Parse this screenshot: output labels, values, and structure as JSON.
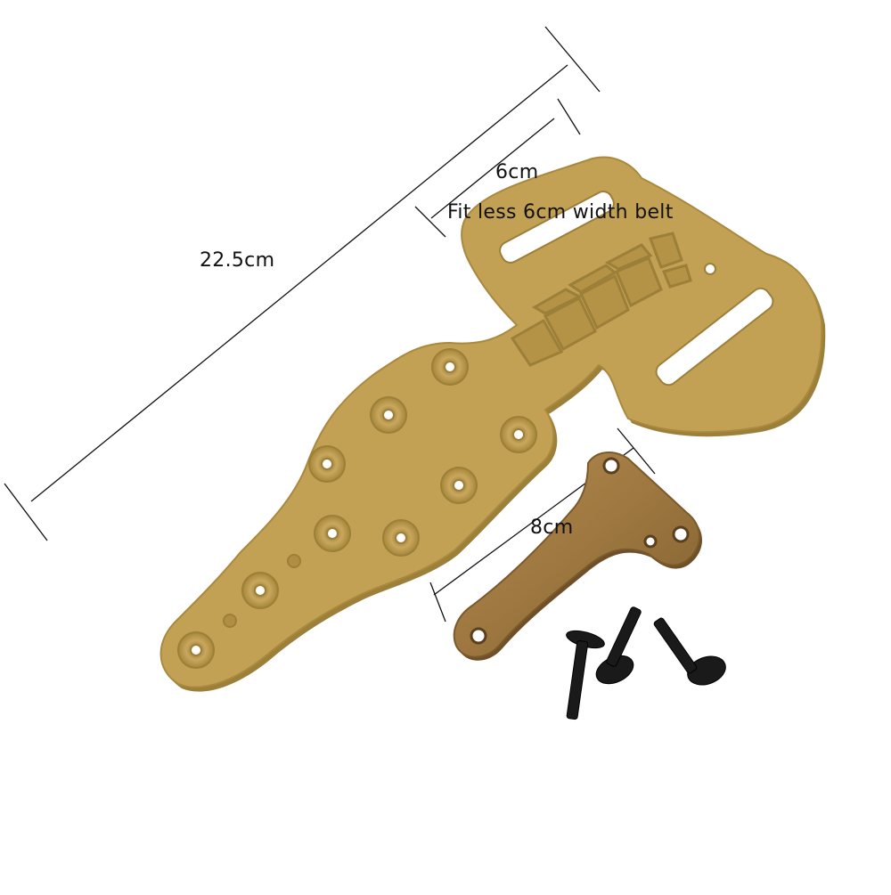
{
  "dimensions": {
    "overall_length": "22.5cm",
    "belt_slot_width": "6cm",
    "belt_note": "Fit less 6cm width belt",
    "clip_length": "8cm"
  },
  "colors": {
    "plate": "#c2a155",
    "plate_shadow": "#9c7f38",
    "clip": "#a07a45",
    "clip_dark": "#6e4f28",
    "screw": "#1a1a1a",
    "background": "#ffffff"
  },
  "parts": {
    "main_plate_holes": 11,
    "clip_holes": 4,
    "screws": 3
  }
}
